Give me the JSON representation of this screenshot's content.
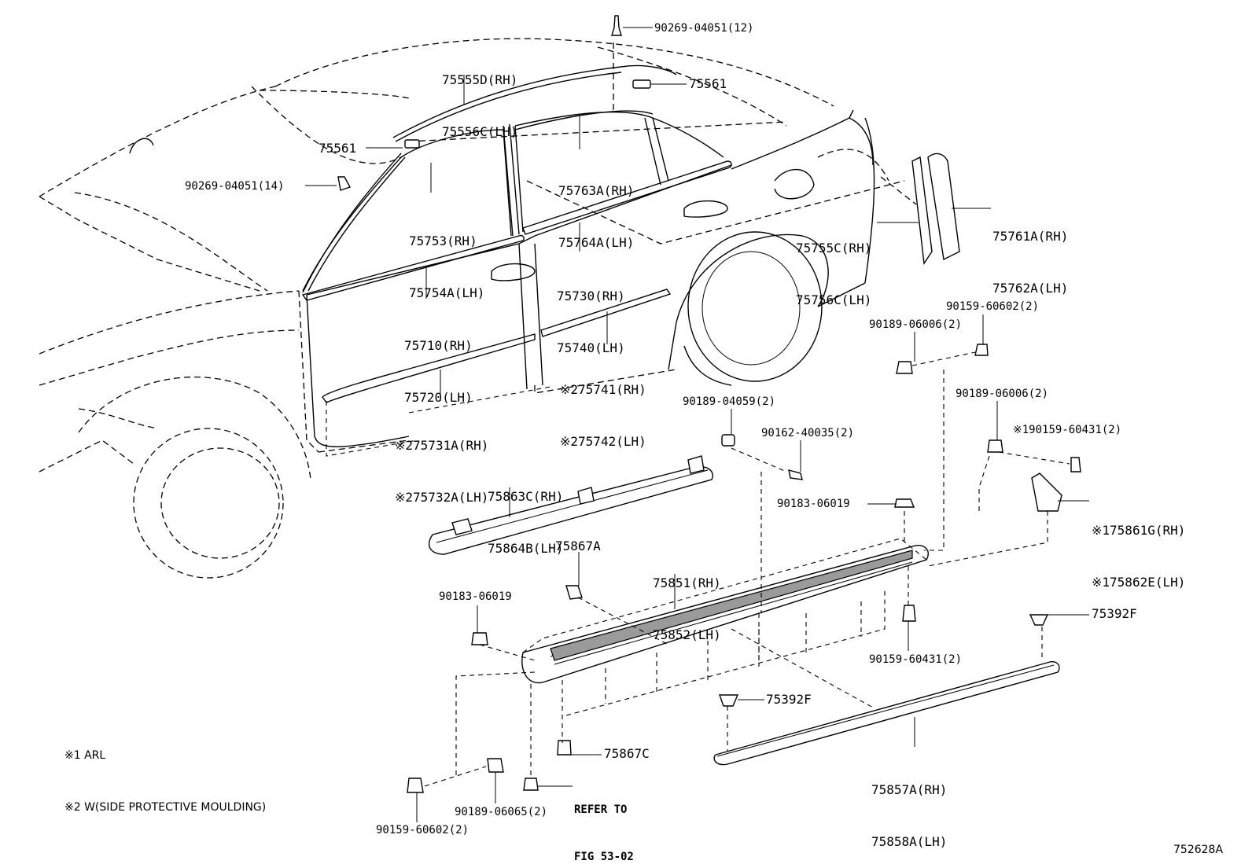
{
  "labels": {
    "p90269_04051_12": "90269-04051(12)",
    "p75555d": "75555D(RH)",
    "p75556c": "75556C(LH)",
    "p75561_top": "75561",
    "p75561_left": "75561",
    "p90269_04051_14": "90269-04051(14)",
    "p75763a": "75763A(RH)",
    "p75764a": "75764A(LH)",
    "p75753": "75753(RH)",
    "p75754a": "75754A(LH)",
    "p75761a": "75761A(RH)",
    "p75762a": "75762A(LH)",
    "p75755c": "75755C(RH)",
    "p75756c": "75756C(LH)",
    "p75730": "75730(RH)",
    "p75740": "75740(LH)",
    "p75710": "75710(RH)",
    "p75720": "75720(LH)",
    "p90159_60602_top": "90159-60602(2)",
    "p90189_06006_top": "90189-06006(2)",
    "p75741": "※275741(RH)",
    "p75742": "※275742(LH)",
    "p90189_04059": "90189-04059(2)",
    "p90189_06006_mid": "90189-06006(2)",
    "p75731a": "※275731A(RH)",
    "p75732a": "※275732A(LH)",
    "p90162_40035": "90162-40035(2)",
    "p90159_60431_top": "※190159-60431(2)",
    "p75863c": "75863C(RH)",
    "p75864b": "75864B(LH)",
    "p75861g": "※175861G(RH)",
    "p75862e": "※175862E(LH)",
    "p90183_06019_right": "90183-06019",
    "p75867a": "75867A",
    "p75851": "75851(RH)",
    "p75852": "75852(LH)",
    "p90183_06019_left": "90183-06019",
    "p75392f_right": "75392F",
    "p90159_60431_bot": "90159-60431(2)",
    "p75392f_mid": "75392F",
    "p75867c": "75867C",
    "p75857a": "75857A(RH)",
    "p75858a": "75858A(LH)",
    "refer_line1": "REFER TO",
    "refer_line2": "FIG 53-02",
    "p90189_06065": "90189-06065(2)",
    "p90159_60602_bot": "90159-60602(2)",
    "note1": "※1 ARL",
    "note2": "※2 W(SIDE PROTECTIVE MOULDING)",
    "figure_code": "752628A"
  }
}
